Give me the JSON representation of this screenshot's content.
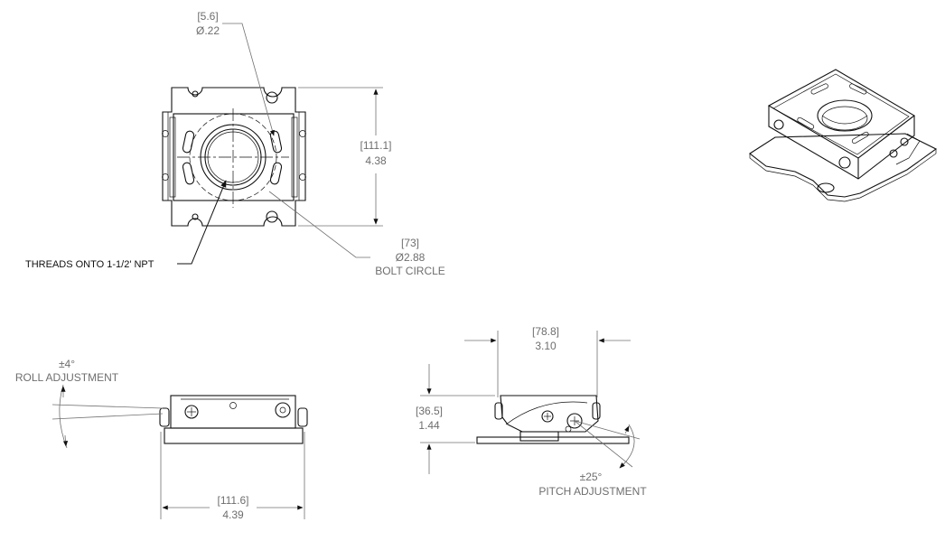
{
  "top_view": {
    "hole_dia_mm": "[5.6]",
    "hole_dia_in": "Ø.22",
    "height_mm": "[111.1]",
    "height_in": "4.38",
    "bolt_circle_mm": "[73]",
    "bolt_circle_in": "Ø2.88",
    "bolt_circle_label": "BOLT CIRCLE",
    "threads_note": "THREADS ONTO 1-1/2' NPT"
  },
  "front_view": {
    "roll_angle": "±4°",
    "roll_label": "ROLL ADJUSTMENT",
    "width_mm": "[111.6]",
    "width_in": "4.39"
  },
  "side_view": {
    "width_mm": "[78.8]",
    "width_in": "3.10",
    "height_mm": "[36.5]",
    "height_in": "1.44",
    "pitch_angle": "±25°",
    "pitch_label": "PITCH ADJUSTMENT"
  }
}
